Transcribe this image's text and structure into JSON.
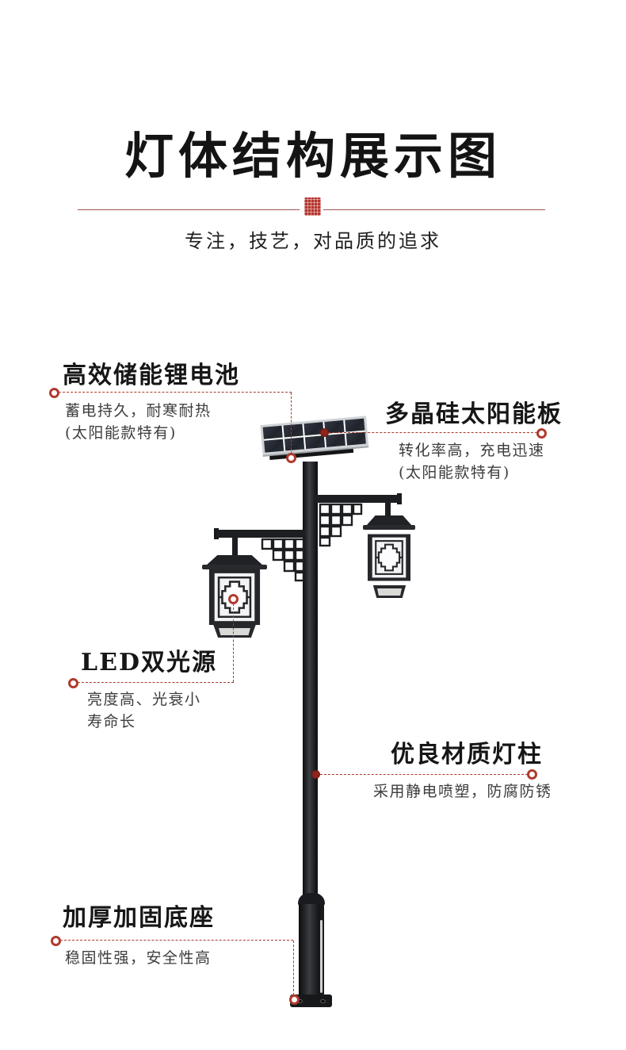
{
  "header": {
    "title": "灯体结构展示图",
    "subtitle": "专注，技艺，对品质的追求"
  },
  "callouts": [
    {
      "id": "battery",
      "title": "高效储能锂电池",
      "desc_lines": [
        "蓄电持久，耐寒耐热",
        "(太阳能款特有)"
      ]
    },
    {
      "id": "solar-panel",
      "title": "多晶硅太阳能板",
      "desc_lines": [
        "转化率高，充电迅速",
        "(太阳能款特有)"
      ]
    },
    {
      "id": "led",
      "title": "LED双光源",
      "desc_lines": [
        "亮度高、光衰小",
        "寿命长"
      ]
    },
    {
      "id": "pole",
      "title": "优良材质灯柱",
      "desc_lines": [
        "采用静电喷塑，防腐防锈"
      ]
    },
    {
      "id": "base",
      "title": "加厚加固底座",
      "desc_lines": [
        "稳固性强，安全性高"
      ]
    }
  ],
  "colors": {
    "accent_red_dash": "#ab3a2c",
    "marker_ring": "#b03a2e",
    "marker_dot": "#8e241b",
    "divider": "#9b564d",
    "seal": "#b5332b",
    "title_text": "#141414",
    "desc_text": "#3d3d3d",
    "lamp_black": "#1d1e21",
    "solar_cell": "#272b34",
    "solar_frame": "#cfd3d5",
    "lantern_panel": "#f3f3f5"
  },
  "illustration": {
    "name": "chinese-solar-garden-lamp",
    "parts": [
      "solar-panel",
      "panel-bracket",
      "pole",
      "right-arm",
      "left-arm",
      "lattice-bracket-right",
      "lattice-bracket-left",
      "right-lantern",
      "left-lantern",
      "base-column",
      "base-plate"
    ]
  }
}
